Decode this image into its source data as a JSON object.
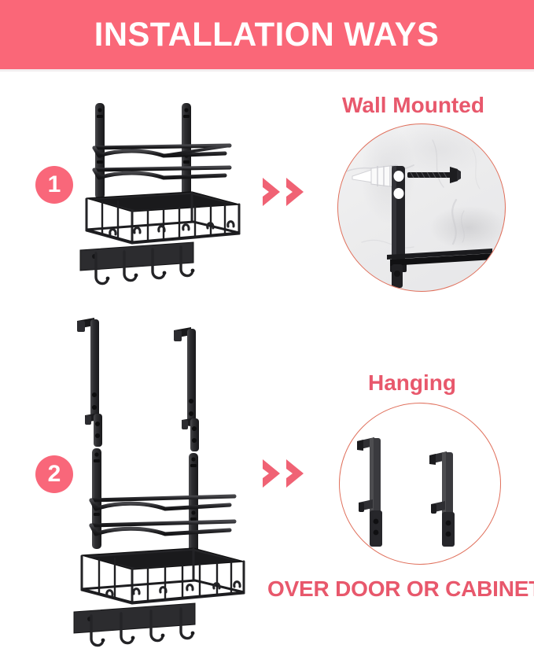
{
  "page": {
    "title": "INSTALLATION WAYS",
    "background_color": "#ffffff"
  },
  "banner": {
    "title": "INSTALLATION WAYS",
    "background_color": "#fa6778",
    "text_color": "#ffffff"
  },
  "colors": {
    "accent_pink": "#fa6778",
    "label_pink": "#e8586c",
    "ring_red": "#e0705c",
    "product_black": "#2b2b2d",
    "marble_gray": "#ececed"
  },
  "steps": [
    {
      "number": "1",
      "badge_color": "#f9677a",
      "method_label": "Wall Mounted",
      "product_name": "wall-mounted-storage-rack",
      "arrow": "double-chevron-right",
      "inset_name": "wall-mount-hardware-closeup",
      "inset_contents": [
        "mounting-bracket",
        "wall-anchor-plug",
        "screw",
        "marble-wall"
      ]
    },
    {
      "number": "2",
      "badge_color": "#f9677a",
      "method_label": "Hanging",
      "product_name": "over-door-hanging-storage-rack",
      "arrow": "double-chevron-right",
      "inset_name": "over-door-hook-closeup",
      "inset_contents": [
        "over-door-hook-left",
        "over-door-hook-right"
      ],
      "caption": "OVER DOOR OR CABINET"
    }
  ],
  "labels": {
    "wall_mounted": "Wall Mounted",
    "hanging": "Hanging",
    "over_door_or_cabinet": "OVER DOOR OR CABINET"
  },
  "product_features": {
    "top_rails": 2,
    "basket": 1,
    "hooks": 4,
    "mounting_arms": 2
  }
}
